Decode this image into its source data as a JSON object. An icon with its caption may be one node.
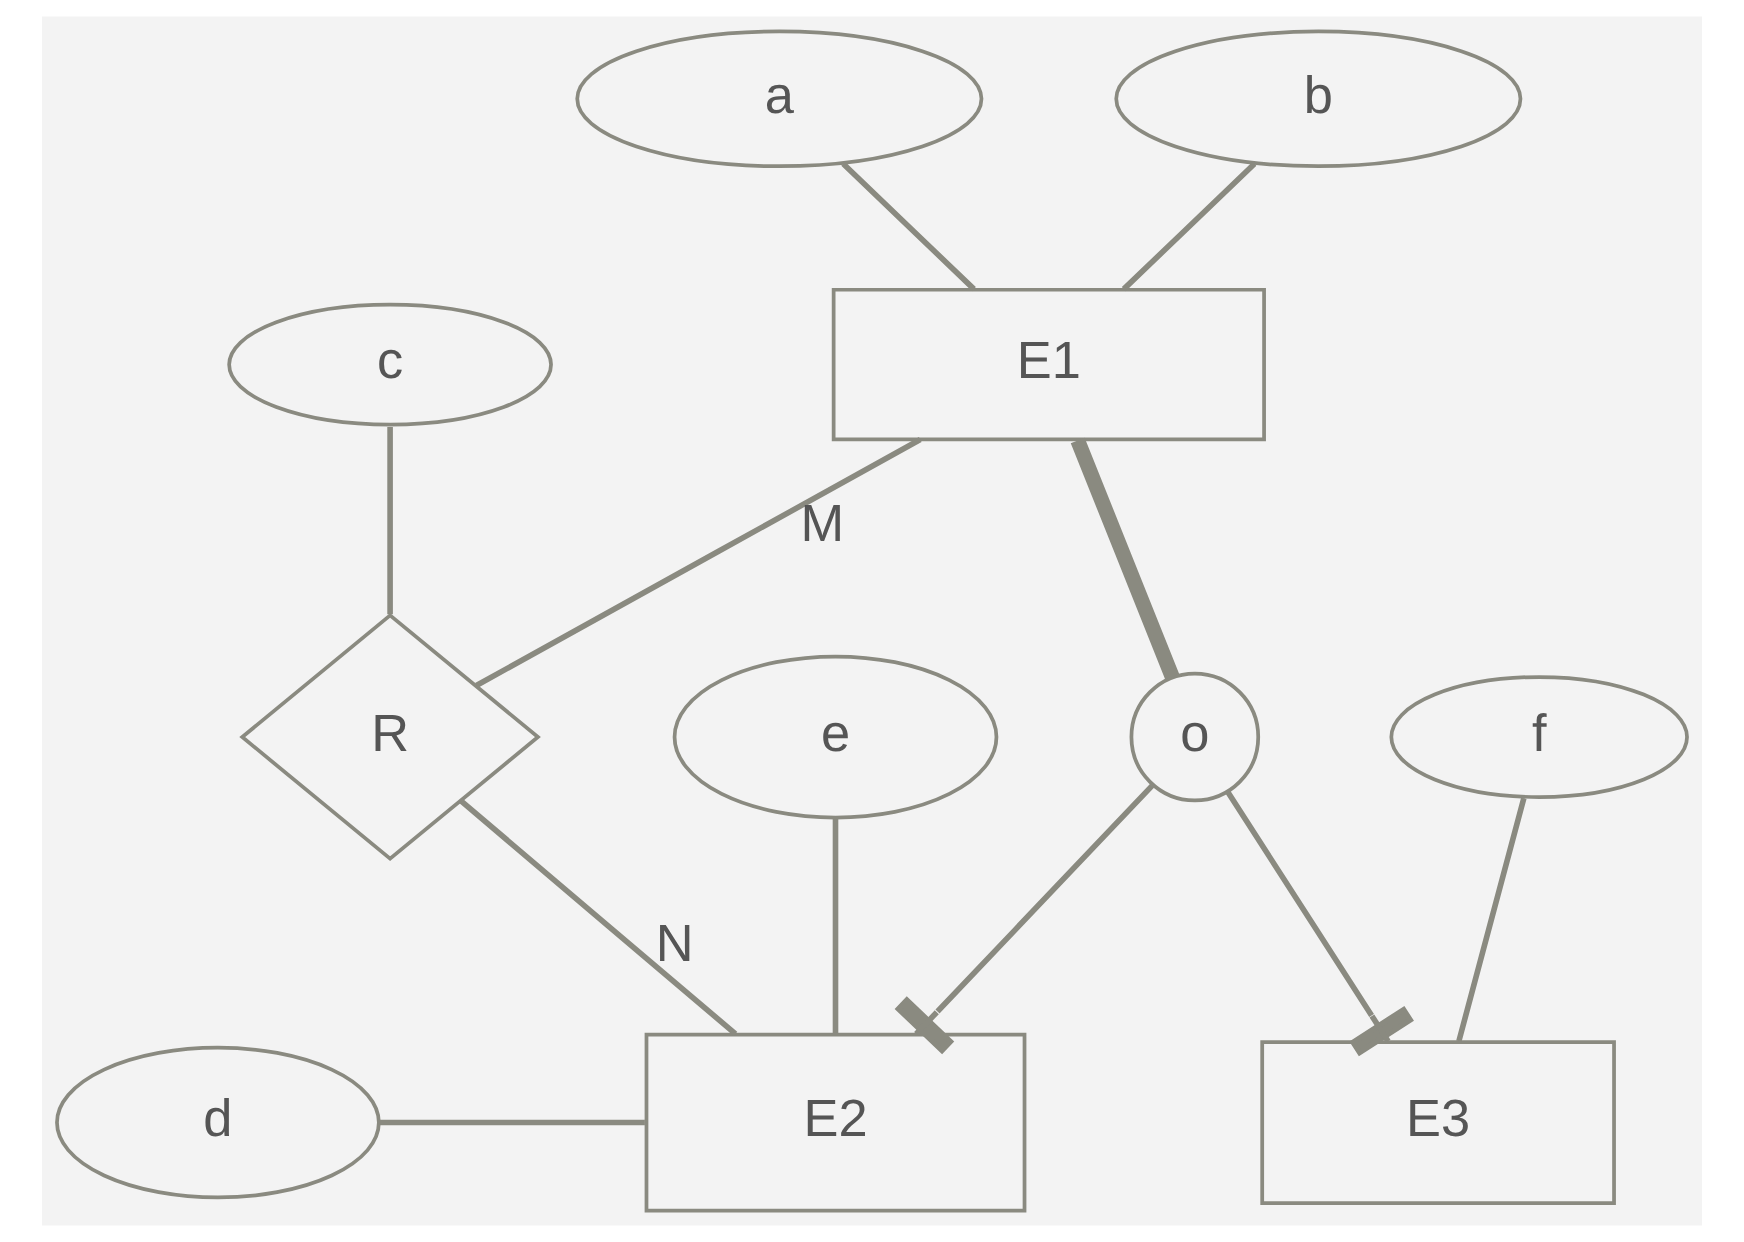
{
  "diagram": {
    "nodes": [
      {
        "text": [
          "a"
        ]
      },
      {
        "text": [
          "b"
        ]
      },
      {
        "text": [
          "E1"
        ]
      },
      {
        "text": [
          "c"
        ]
      },
      {
        "text": [
          "o"
        ]
      },
      {
        "text": [
          "R"
        ]
      },
      {
        "text": [
          "f"
        ]
      },
      {
        "text": [
          "E3"
        ]
      },
      {
        "text": [
          "d"
        ]
      },
      {
        "text": [
          "E2"
        ]
      },
      {
        "text": [
          "e"
        ]
      }
    ],
    "edges": [
      {
        "from": 0,
        "to": 2,
        "arrow": "none"
      },
      {
        "from": 1,
        "to": 2,
        "arrow": "none"
      },
      {
        "from": 2,
        "to": 4,
        "arrow": "none",
        "style": "thick"
      },
      {
        "from": 2,
        "to": 5,
        "arrow": "none",
        "label": "M"
      },
      {
        "from": 3,
        "to": 5,
        "arrow": "none"
      },
      {
        "from": 4,
        "to": 7,
        "arrow": "other"
      },
      {
        "from": 4,
        "to": 9,
        "arrow": "other"
      },
      {
        "from": 6,
        "to": 7,
        "arrow": "none"
      },
      {
        "from": 5,
        "to": 9,
        "arrow": "none",
        "label": "N"
      },
      {
        "from": 8,
        "to": 9,
        "arrow": "none"
      },
      {
        "from": 10,
        "to": 9,
        "arrow": "none"
      }
    ]
  }
}
